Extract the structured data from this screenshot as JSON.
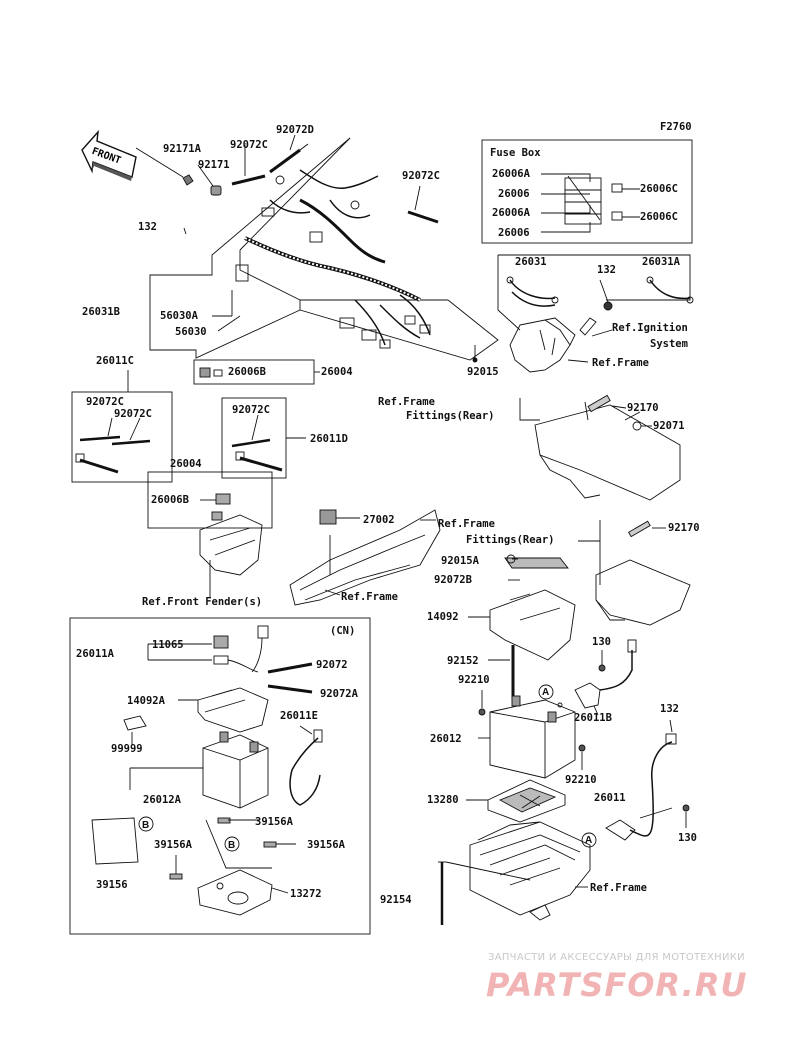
{
  "diagram_code": "F2760",
  "front_label": "FRONT",
  "fuse_box_title": "Fuse Box",
  "watermark": {
    "tagline": "ЗАПЧАСТИ И АКСЕССУАРЫ ДЛЯ МОТОТЕХНИКИ",
    "logo": "PARTSFOR.RU"
  },
  "labels": {
    "p92171A": "92171A",
    "p92171": "92171",
    "p92072C_a": "92072C",
    "p92072D": "92072D",
    "p92072C_b": "92072C",
    "p132_a": "132",
    "p26006A_a": "26006A",
    "p26006_a": "26006",
    "p26006A_b": "26006A",
    "p26006_b": "26006",
    "p26006C_a": "26006C",
    "p26006C_b": "26006C",
    "p26031": "26031",
    "p132_b": "132",
    "p26031A": "26031A",
    "ref_ignition_1": "Ref.Ignition",
    "ref_ignition_2": "System",
    "ref_frame_a": "Ref.Frame",
    "p26031B": "26031B",
    "p56030A": "56030A",
    "p56030": "56030",
    "p26006B_a": "26006B",
    "p26004_a": "26004",
    "p92015": "92015",
    "ref_frame_fittings_1": "Ref.Frame",
    "ref_frame_fittings_2": "Fittings(Rear)",
    "p92170_a": "92170",
    "p92071": "92071",
    "p26011C": "26011C",
    "p92072C_c": "92072C",
    "p92072C_d": "92072C",
    "p92072C_e": "92072C",
    "p26011D": "26011D",
    "p26004_b": "26004",
    "p26006B_b": "26006B",
    "p27002": "27002",
    "ref_frame_fittings_3": "Ref.Frame",
    "ref_frame_fittings_4": "Fittings(Rear)",
    "p92170_b": "92170",
    "ref_front_fender": "Ref.Front Fender(s)",
    "ref_frame_b": "Ref.Frame",
    "p92015A": "92015A",
    "p92072B": "92072B",
    "p14092": "14092",
    "cn": "(CN)",
    "p26011A": "26011A",
    "p11065": "11065",
    "p92072": "92072",
    "p14092A": "14092A",
    "p92072A": "92072A",
    "p26011E": "26011E",
    "p99999": "99999",
    "p26012A": "26012A",
    "p39156A_a": "39156A",
    "p39156A_b": "39156A",
    "p39156A_c": "39156A",
    "p39156": "39156",
    "p13272": "13272",
    "b_a": "B",
    "b_b": "B",
    "p130_a": "130",
    "p92152": "92152",
    "p92210_a": "92210",
    "a_a": "A",
    "p26011B": "26011B",
    "p26012": "26012",
    "p92210_b": "92210",
    "p132_c": "132",
    "p13280": "13280",
    "p26011": "26011",
    "a_b": "A",
    "p130_b": "130",
    "p92154": "92154",
    "ref_frame_c": "Ref.Frame"
  }
}
